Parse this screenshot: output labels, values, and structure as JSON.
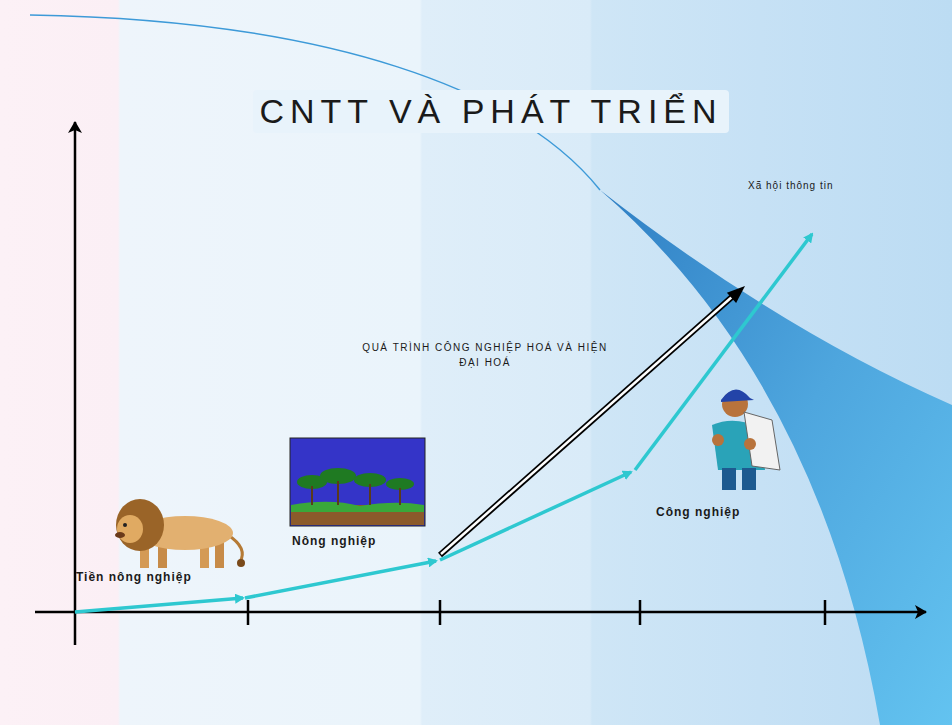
{
  "diagram": {
    "title": "CNTT VÀ PHÁT TRIỂN",
    "labels": [
      "Tiền nông nghiệp",
      "Nông nghiệp",
      "QUÁ TRÌNH CÔNG NGHIỆP HOÁ VÀ HIỆN ĐẠI HOÁ",
      "Công nghiệp",
      "Xã hội thông tin"
    ]
  }
}
